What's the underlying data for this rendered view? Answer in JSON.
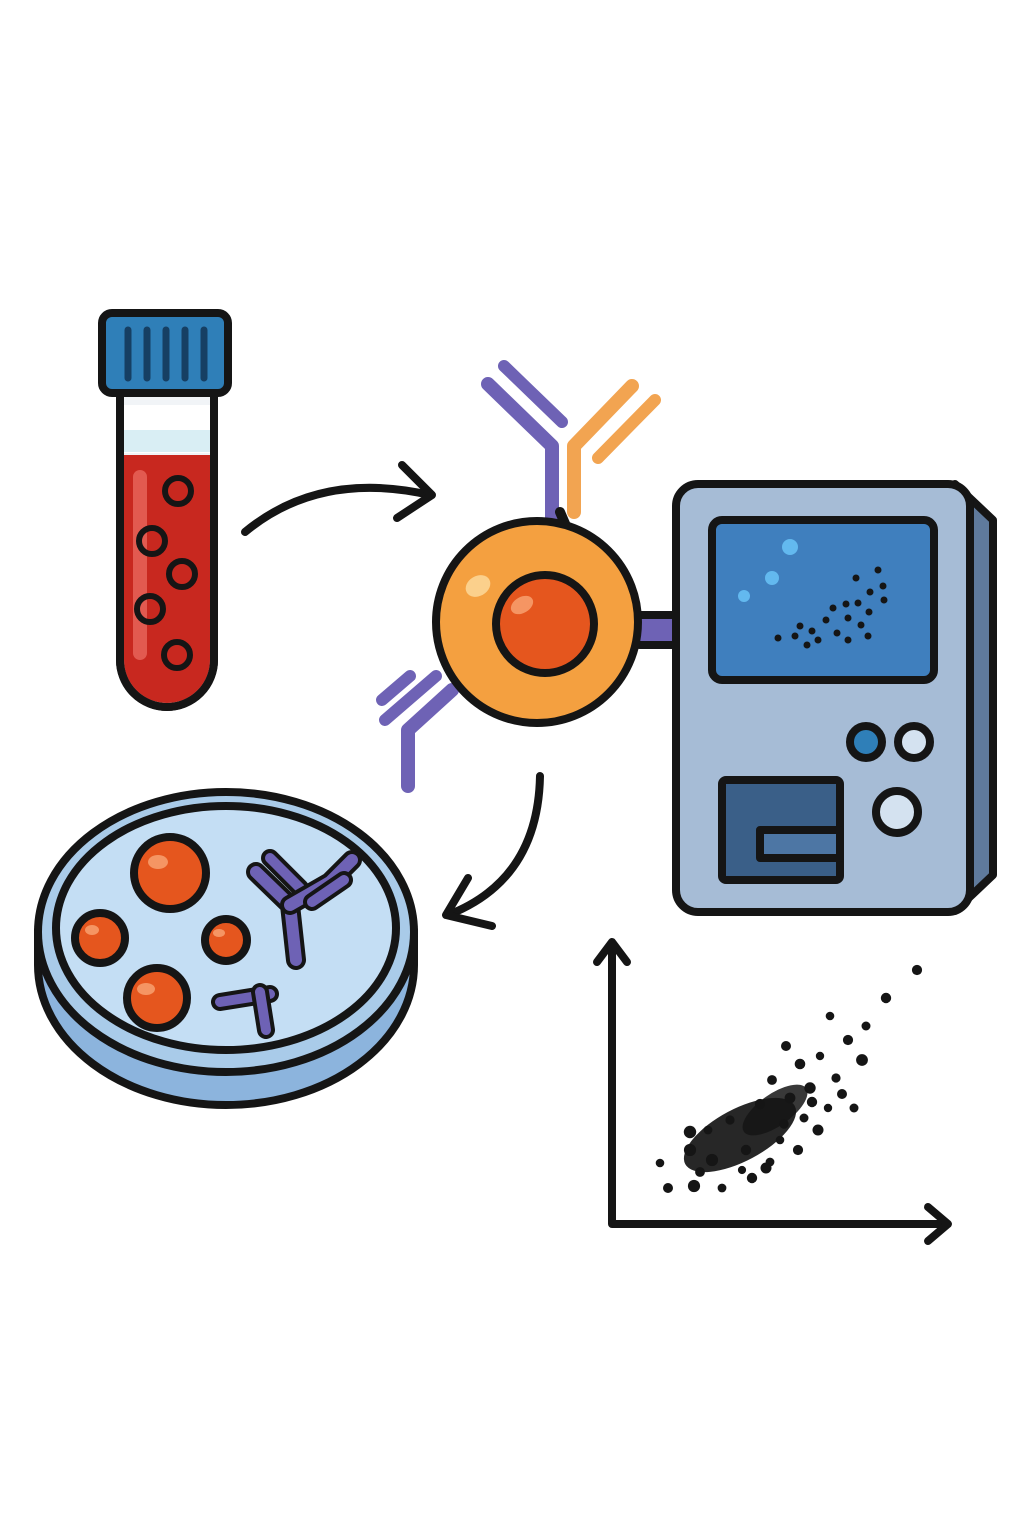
{
  "diagram": {
    "nodes": [
      {
        "id": "blood-sample-tube",
        "kind": "blood collection tube"
      },
      {
        "id": "labeled-cell",
        "kind": "cell with bound antibodies"
      },
      {
        "id": "flow-cytometer",
        "kind": "analyzer instrument"
      },
      {
        "id": "culture-dish",
        "kind": "petri dish with cells and antibodies"
      },
      {
        "id": "scatter-plot",
        "kind": "dot plot output"
      }
    ],
    "edges": [
      {
        "from": "blood-sample-tube",
        "to": "labeled-cell"
      },
      {
        "from": "labeled-cell",
        "to": "flow-cytometer"
      },
      {
        "from": "labeled-cell",
        "to": "culture-dish"
      }
    ]
  },
  "colors": {
    "tube_cap": "#2f7fb8",
    "blood": "#c8281f",
    "cell_body": "#f4a040",
    "nucleus": "#e5561e",
    "antibody_purple": "#6e62b5",
    "antibody_orange": "#f2a451",
    "instrument_body": "#a6bcd6",
    "screen": "#3f7fbe",
    "dish": "#bcdaf2",
    "outline": "#151515"
  }
}
